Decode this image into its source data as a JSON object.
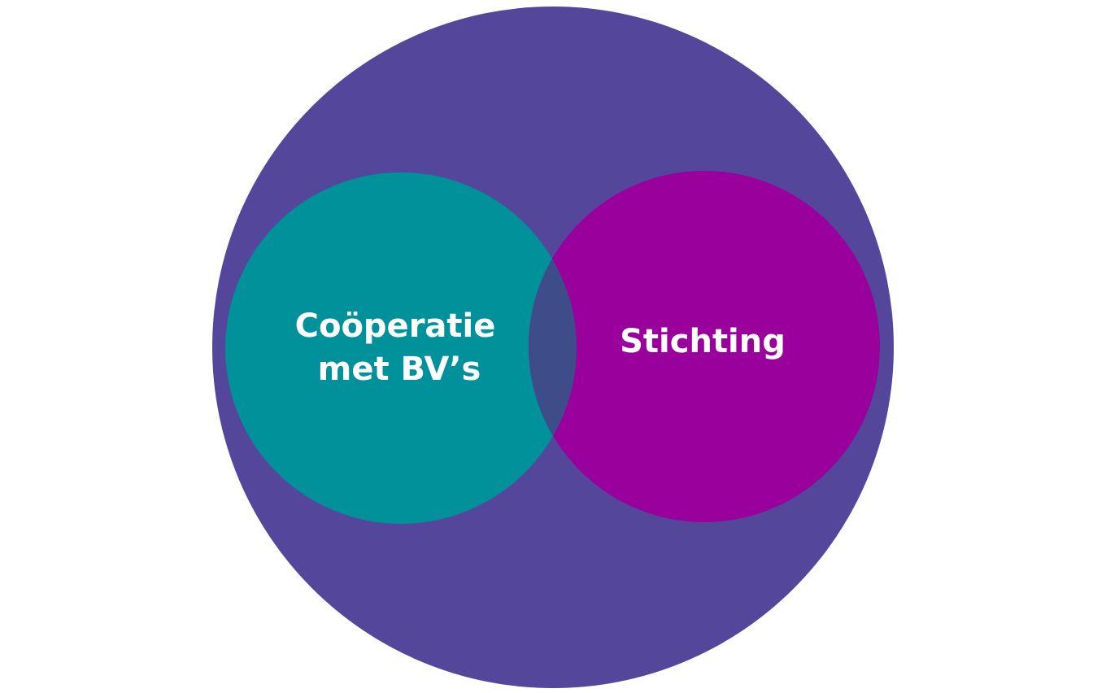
{
  "diagram": {
    "type": "venn",
    "colors": {
      "outer": "#54479b",
      "left": "#00919a",
      "right": "#99009c",
      "overlap": "#3e4d8a",
      "text": "#ffffff"
    },
    "sets": [
      {
        "id": "left",
        "label_line1": "Coöperatie",
        "label_line2": "met BV’s"
      },
      {
        "id": "right",
        "label": "Stichting"
      }
    ]
  }
}
